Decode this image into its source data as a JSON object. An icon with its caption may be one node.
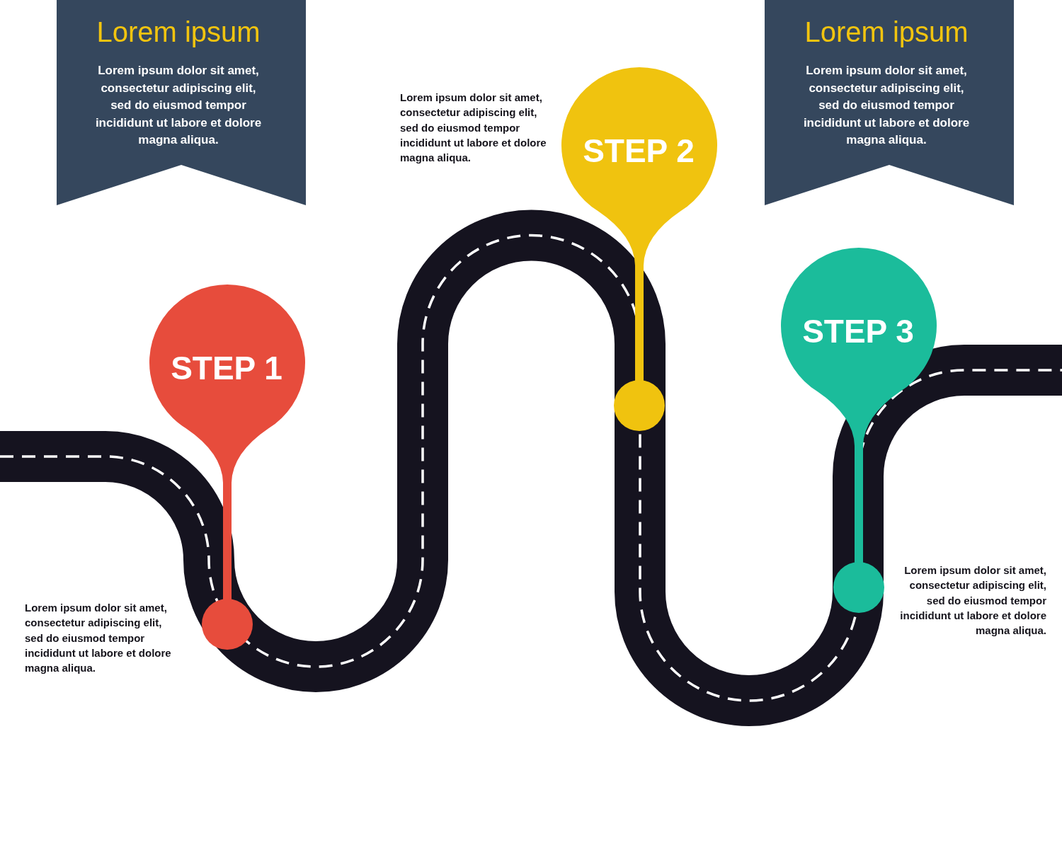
{
  "diagram": {
    "nodes": [
      {
        "text": [
          "Lorem ipsum",
          "Lorem ipsum dolor sit amet, consectetur adipiscing elit, sed do eiusmod tempor incididunt ut labore et dolore magna aliqua."
        ]
      },
      {
        "text": [
          "Lorem ipsum",
          "Lorem ipsum dolor sit amet, consectetur adipiscing elit, sed do eiusmod tempor incididunt ut labore et dolore magna aliqua."
        ]
      },
      {
        "text": [
          "STEP 1"
        ]
      },
      {
        "text": [
          "STEP 2"
        ],
        "beside": [
          "Lorem ipsum dolor sit amet, consectetur adipiscing elit, sed do eiusmod tempor incididunt ut labore et dolore magna aliqua."
        ]
      },
      {
        "text": [
          "STEP 3"
        ]
      },
      {
        "text": [],
        "shape": "circle",
        "beside": [
          "Lorem ipsum dolor sit amet, consectetur adipiscing elit, sed do eiusmod tempor incididunt ut labore et dolore magna aliqua."
        ]
      },
      {
        "text": [],
        "shape": "circle"
      },
      {
        "text": [],
        "shape": "circle",
        "beside": [
          "Lorem ipsum dolor sit amet, consectetur adipiscing elit, sed do eiusmod tempor incididunt ut labore et dolore magna aliqua."
        ]
      }
    ],
    "edges": [
      {
        "from": 2,
        "to": 5,
        "arrow": "none",
        "color": "#e74c3c"
      },
      {
        "from": 3,
        "to": 6,
        "arrow": "none",
        "color": "#f0c30f"
      },
      {
        "from": 4,
        "to": 7,
        "arrow": "none",
        "color": "#1bbc9b"
      }
    ]
  }
}
